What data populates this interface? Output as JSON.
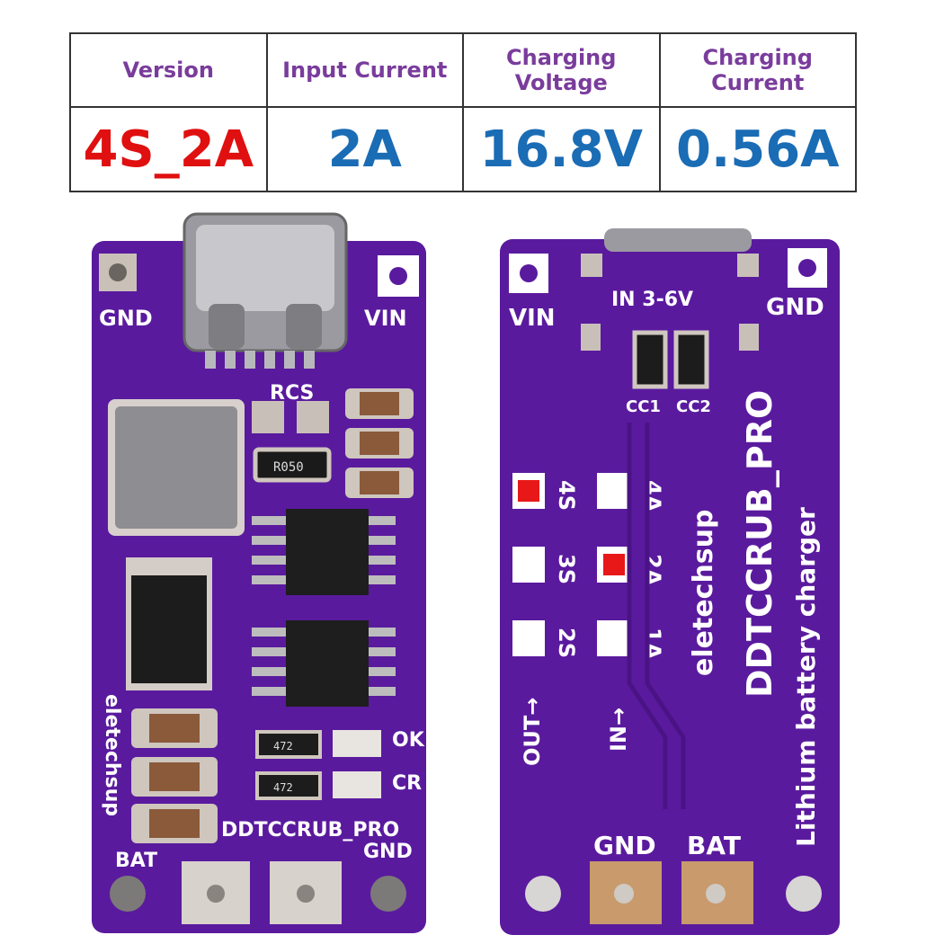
{
  "spec_table": {
    "headers": [
      "Version",
      "Input Current",
      "Charging Voltage",
      "Charging Current"
    ],
    "values": [
      "4S_2A",
      "2A",
      "16.8V",
      "0.56A"
    ]
  },
  "front_board": {
    "labels": {
      "gnd_top": "GND",
      "vin_top": "VIN",
      "rcs": "RCS",
      "resistor": "R050",
      "brand": "eletechsup",
      "res1": "472",
      "res2": "472",
      "ok": "OK",
      "cr": "CR",
      "model": "DDTCCRUB_PRO",
      "bat": "BAT",
      "gnd_bottom": "GND"
    }
  },
  "back_board": {
    "labels": {
      "vin": "VIN",
      "in_range": "IN 3-6V",
      "gnd": "GND",
      "cc1": "CC1",
      "cc2": "CC2",
      "s4": "4S",
      "s3": "3S",
      "s2": "2S",
      "a4": "4A",
      "a2": "2A",
      "a1": "1A",
      "out": "OUT→",
      "in": "IN→",
      "brand": "eletechsup",
      "model": "DDTCCRUB_PRO",
      "desc": "Lithium battery charger",
      "gnd_pad": "GND",
      "bat_pad": "BAT"
    },
    "selected_cells": [
      "4S",
      "2A"
    ]
  },
  "colors": {
    "pcb": "#5a1a9e",
    "header_text": "#7a3c9c",
    "value_blue": "#1a6cb5",
    "value_red": "#e01010",
    "jumper_red": "#e81818"
  }
}
